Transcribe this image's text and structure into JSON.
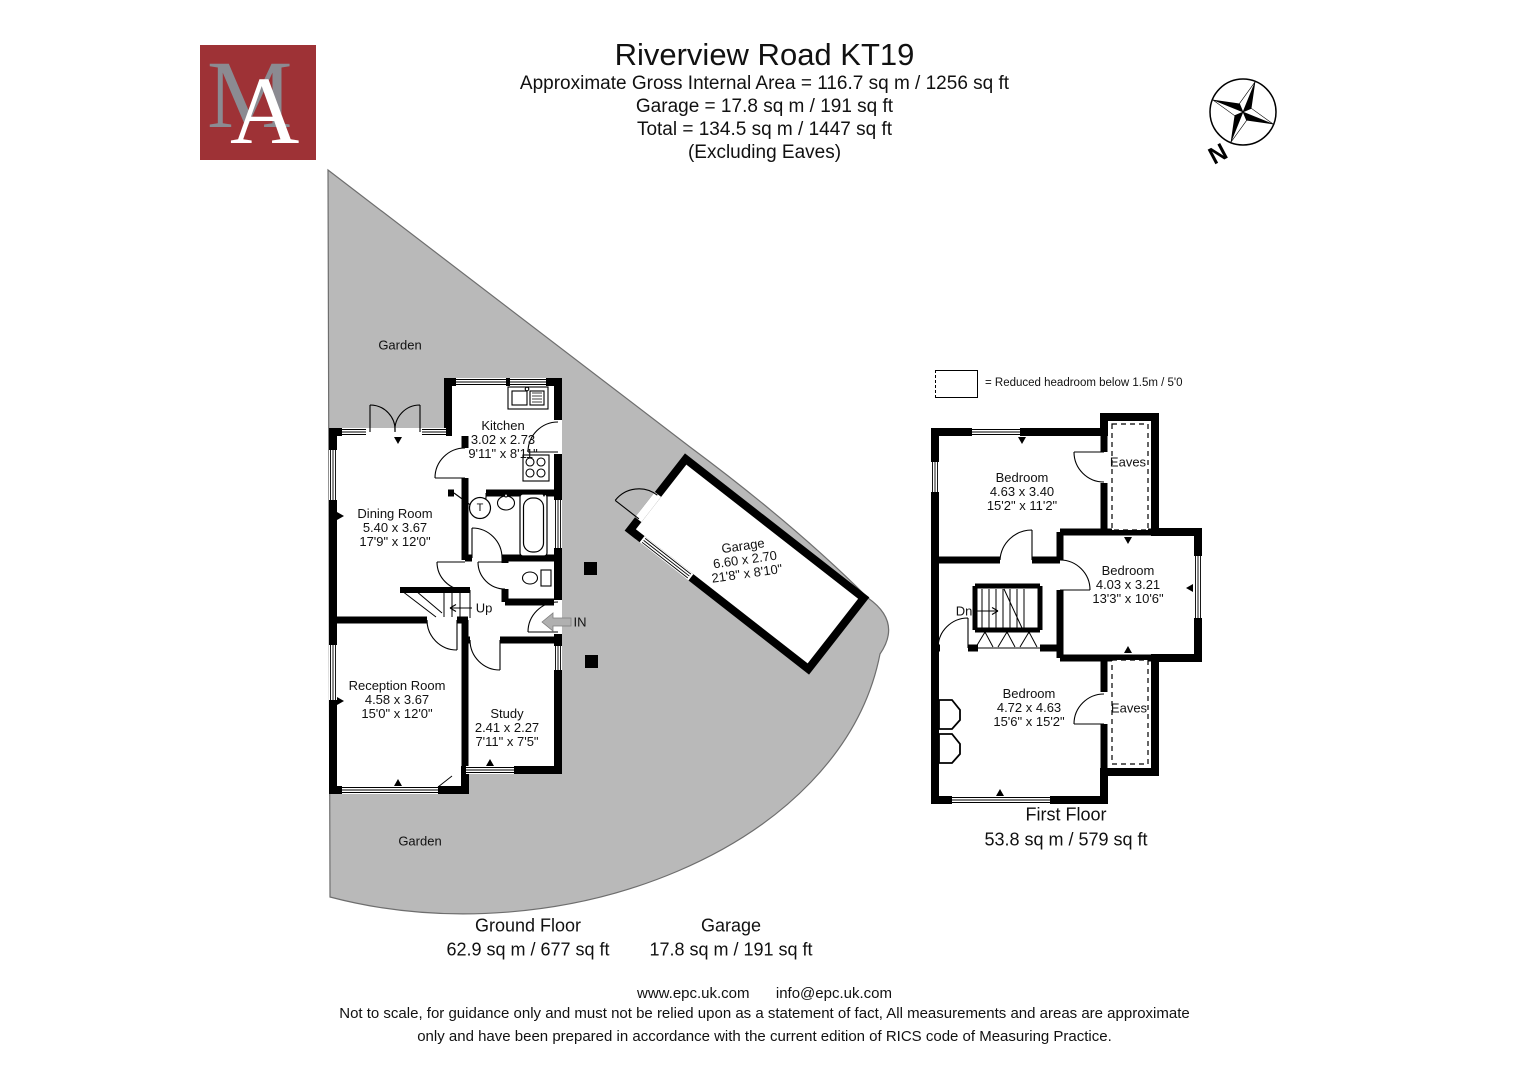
{
  "header": {
    "title": "Riverview Road KT19",
    "line1": "Approximate Gross Internal Area = 116.7 sq m / 1256 sq ft",
    "line2": "Garage = 17.8 sq m / 191 sq ft",
    "line3": "Total = 134.5 sq m / 1447 sq ft",
    "line4": "(Excluding Eaves)"
  },
  "logo": {
    "letter_m": "M",
    "letter_a": "A"
  },
  "compass": {
    "north_label": "N"
  },
  "legend": {
    "label": "= Reduced headroom below 1.5m / 5'0"
  },
  "garden": {
    "label_top": "Garden",
    "label_bottom": "Garden"
  },
  "navigation": {
    "up_label": "Up",
    "down_label": "Dn",
    "entrance_label": "IN"
  },
  "fixtures": {
    "tank_label": "T"
  },
  "ground_floor": {
    "caption": "Ground Floor",
    "area": "62.9 sq m / 677 sq ft",
    "kitchen": {
      "name": "Kitchen",
      "metric": "3.02 x 2.73",
      "imperial": "9'11\" x 8'11\""
    },
    "dining_room": {
      "name": "Dining Room",
      "metric": "5.40 x 3.67",
      "imperial": "17'9\" x 12'0\""
    },
    "reception_room": {
      "name": "Reception Room",
      "metric": "4.58 x 3.67",
      "imperial": "15'0\" x 12'0\""
    },
    "study": {
      "name": "Study",
      "metric": "2.41 x 2.27",
      "imperial": "7'11\" x 7'5\""
    }
  },
  "garage": {
    "caption": "Garage",
    "area": "17.8 sq m / 191 sq ft",
    "room": {
      "name": "Garage",
      "metric": "6.60 x 2.70",
      "imperial": "21'8\" x 8'10\""
    }
  },
  "first_floor": {
    "caption": "First Floor",
    "area": "53.8 sq m / 579 sq ft",
    "bedroom_front": {
      "name": "Bedroom",
      "metric": "4.63 x 3.40",
      "imperial": "15'2\" x 11'2\""
    },
    "bedroom_middle": {
      "name": "Bedroom",
      "metric": "4.03 x 3.21",
      "imperial": "13'3\" x 10'6\""
    },
    "bedroom_rear": {
      "name": "Bedroom",
      "metric": "4.72 x 4.63",
      "imperial": "15'6\" x 15'2\""
    },
    "eaves_top": "Eaves",
    "eaves_bottom": "Eaves"
  },
  "footer": {
    "website": "www.epc.uk.com",
    "email": "info@epc.uk.com",
    "disclaimer_line1": "Not to scale, for guidance only and must not be relied upon as a statement of fact, All measurements and areas are approximate",
    "disclaimer_line2": "only and have been prepared in accordance with the current edition of RICS code of Measuring Practice."
  },
  "colors": {
    "garden_gray": "#b9b9b9",
    "wall_black": "#000000",
    "logo_background": "#9e3236",
    "logo_m_gray": "#8b8b92",
    "logo_a_white": "#ffffff",
    "entrance_arrow_gray": "#b0b0b0"
  }
}
